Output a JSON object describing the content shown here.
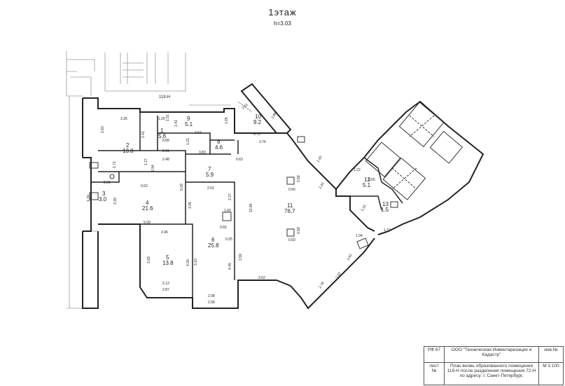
{
  "header": {
    "title": "1этаж",
    "height": "h=3.03"
  },
  "unit_label": "119-Н",
  "rooms": [
    {
      "id": "r1",
      "num": "1",
      "area": "5.6"
    },
    {
      "id": "r2",
      "num": "2",
      "area": "13.0"
    },
    {
      "id": "r3",
      "num": "3",
      "area": "3.0"
    },
    {
      "id": "r4",
      "num": "4",
      "area": "21.6"
    },
    {
      "id": "r5",
      "num": "5",
      "area": "13.8"
    },
    {
      "id": "r6",
      "num": "6",
      "area": "25.8"
    },
    {
      "id": "r7",
      "num": "7",
      "area": "5.9"
    },
    {
      "id": "r8",
      "num": "8",
      "area": "4.6"
    },
    {
      "id": "r9",
      "num": "9",
      "area": "5.1"
    },
    {
      "id": "r10",
      "num": "10",
      "area": "9.2"
    },
    {
      "id": "r11",
      "num": "11",
      "area": "76.7"
    },
    {
      "id": "r12",
      "num": "12",
      "area": "5.1"
    },
    {
      "id": "r13",
      "num": "13",
      "area": "1.5"
    }
  ],
  "dims": [
    "3.35",
    "2.60",
    "2.41",
    "1.20",
    "1.51",
    "3.62",
    "1.41",
    "0.89",
    "1.21",
    "3.83",
    "1.65",
    "4.76",
    "3.76",
    "2.41",
    "2.48",
    "2.94",
    "0.63",
    "1.71",
    "1.27",
    "2.96",
    "0.62",
    "5.09",
    "2.37",
    "3.39",
    "1.20",
    "5.09",
    "2.46",
    "2.52",
    "0.65",
    "1.65",
    "3.05",
    "10.84",
    "0.60",
    "0.58",
    "0.60",
    "0.58",
    "3.69",
    "4.00",
    "3.10",
    "4.45",
    "3.59",
    "0.25",
    "2.12",
    "2.87",
    "2.08",
    "2.58",
    "3.62",
    "2.61",
    "3.99",
    "2.43",
    "1.00",
    "2.02",
    "1.22",
    "3.15",
    "1.04",
    "2.78",
    "3.52",
    "0.65",
    "1.10"
  ],
  "stamp": {
    "rf": "РФ 67",
    "org": "ООО \"Техническая Инвентаризация и Кадастр\"",
    "inv_label": "инв.№",
    "sheet_label": "лист №",
    "desc": "План вновь образованного помещения 119-Н после разделения помещения 72-Н по адресу: г. Санкт-Петербург,",
    "scale_label": "М 1:100"
  }
}
